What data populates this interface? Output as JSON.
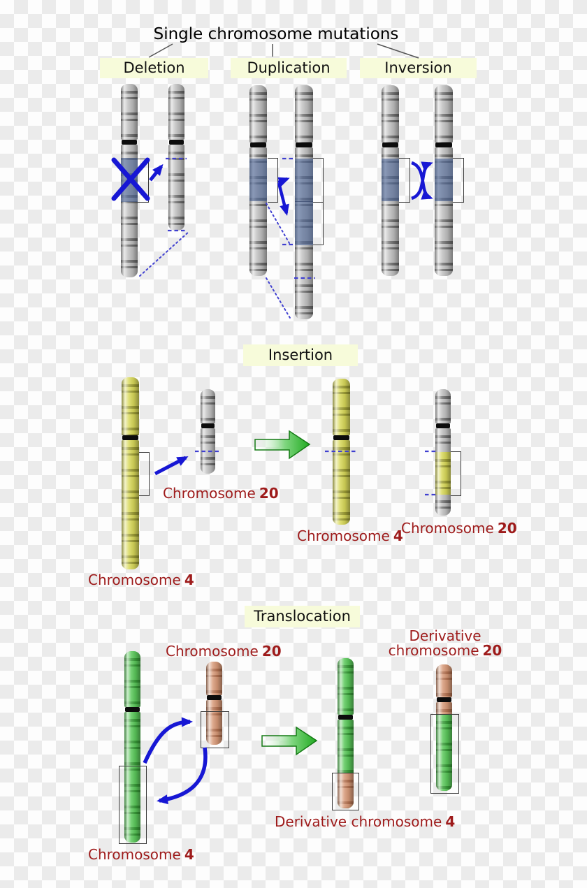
{
  "title": "Single chromosome mutations",
  "sections": {
    "deletion": {
      "label": "Deletion"
    },
    "duplication": {
      "label": "Duplication"
    },
    "inversion": {
      "label": "Inversion"
    },
    "insertion": {
      "label": "Insertion",
      "chr4_before": {
        "word": "Chromosome",
        "number": "4"
      },
      "chr20_before": {
        "word": "Chromosome",
        "number": "20"
      },
      "chr4_after": {
        "word": "Chromosome",
        "number": "4"
      },
      "chr20_after": {
        "word": "Chromosome",
        "number": "20"
      }
    },
    "translocation": {
      "label": "Translocation",
      "chr4_before": {
        "word": "Chromosome",
        "number": "4"
      },
      "chr20_before": {
        "word": "Chromosome",
        "number": "20"
      },
      "derivative4": {
        "word": "Derivative chromosome",
        "number": "4"
      },
      "derivative20": {
        "line1": "Derivative",
        "word": "chromosome",
        "number": "20"
      }
    }
  },
  "colors": {
    "label_text": "#9e1b1b",
    "section_tag_bg": "#f7fbda",
    "arrow_blue": "#1717d4",
    "dashed_blue": "#3f3fd0",
    "green_arrow": "#21aa21",
    "chromosome_gray": "#bcbcbc",
    "chromosome_yellow": "#d6d64e",
    "chromosome_green": "#4ec44e",
    "chromosome_orange": "#d4916d",
    "highlight_blue": "#58709a",
    "checker_light": "#fdfdfd",
    "checker_dark": "#ebebeb"
  }
}
